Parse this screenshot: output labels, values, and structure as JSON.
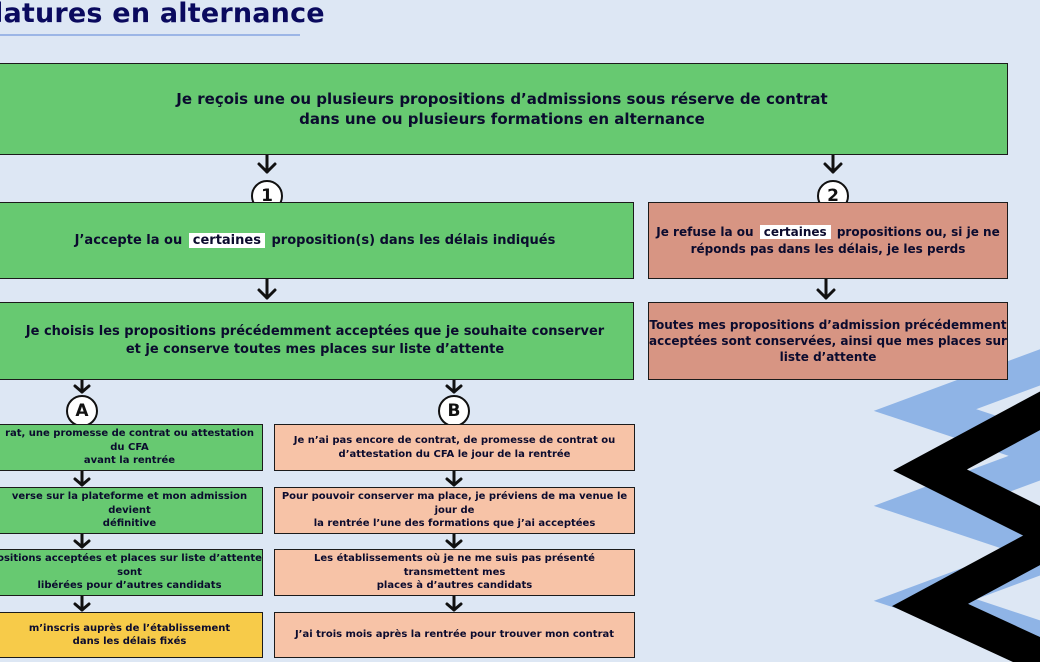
{
  "title": "latures en alternance",
  "top_box": {
    "line1": "Je reçois une ou plusieurs propositions d’admissions sous réserve de contrat",
    "line2": "dans une ou plusieurs formations en alternance"
  },
  "badges": {
    "one": "1",
    "two": "2",
    "a": "A",
    "b": "B"
  },
  "branch1": {
    "accept_before": "J’accepte la ou",
    "accept_highlight": "certaines",
    "accept_after": "proposition(s) dans les délais indiqués",
    "choose_line1": "Je choisis les propositions précédemment acceptées que je souhaite conserver",
    "choose_line2": "et je conserve toutes mes places sur liste d’attente"
  },
  "branch2": {
    "refuse_before": "Je refuse la ou",
    "refuse_highlight": "certaines",
    "refuse_after_line1": "propositions ou, si je ne",
    "refuse_line2": "réponds pas dans les délais, je les perds",
    "kept_line1": "Toutes mes propositions d’admission précédemment",
    "kept_line2": "acceptées sont conservées, ainsi que mes places sur",
    "kept_line3": "liste d’attente"
  },
  "path_a": [
    {
      "line1": "rat, une promesse de contrat ou attestation du CFA",
      "line2": "avant la rentrée"
    },
    {
      "line1": "verse sur la plateforme et mon admission devient",
      "line2": "définitive"
    },
    {
      "line1": "ositions acceptées et places sur liste d’attente sont",
      "line2": "libérées pour d’autres candidats"
    },
    {
      "line1": "m’inscris auprès de l’établissement",
      "line2": "dans les délais fixés"
    }
  ],
  "path_b": [
    {
      "line1": "Je n’ai pas encore de contrat, de promesse de contrat ou",
      "line2": "d’attestation du CFA le jour de la rentrée"
    },
    {
      "line1": "Pour pouvoir conserver ma place, je préviens de ma venue le jour de",
      "line2": "la rentrée l’une des formations que j’ai acceptées"
    },
    {
      "line1": "Les établissements où je ne me suis pas présenté transmettent mes",
      "line2": "places à d’autres candidats"
    },
    {
      "line1": "J’ai trois mois après la rentrée pour trouver mon contrat",
      "line2": ""
    }
  ],
  "colors": {
    "background": "#dde7f4",
    "green": "#67c971",
    "salmon_dark": "#d79583",
    "salmon": "#f7c3a7",
    "yellow": "#f7cb49",
    "deco_blue": "#8fb4e6",
    "deco_black": "#000000"
  }
}
